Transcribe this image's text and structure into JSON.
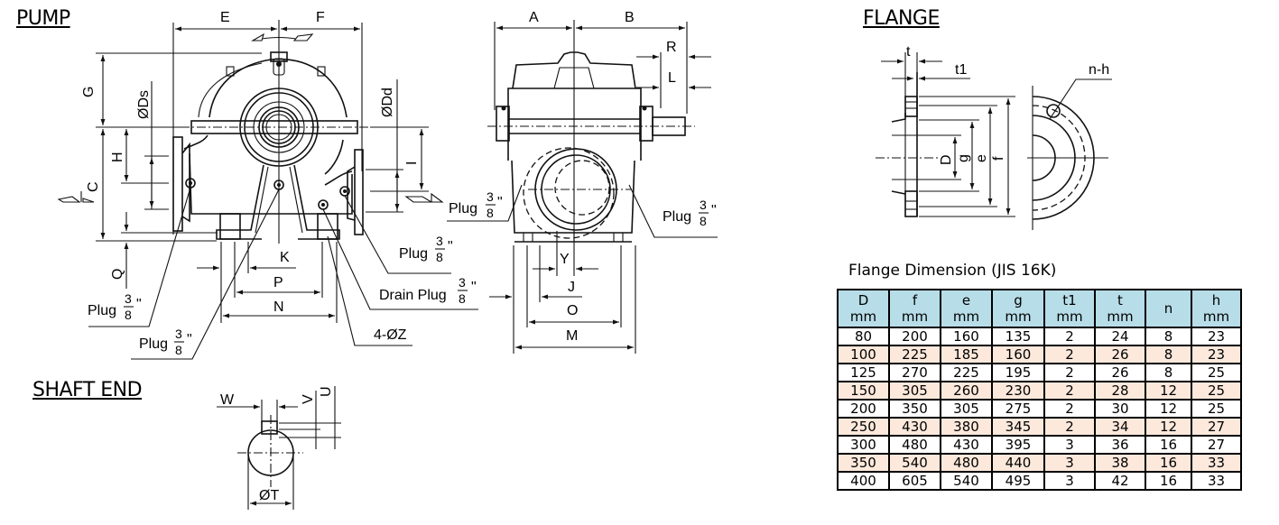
{
  "sections": {
    "pump": "PUMP",
    "flange": "FLANGE",
    "shaft_end": "SHAFT  END"
  },
  "pump_front_labels": {
    "E": "E",
    "F": "F",
    "G": "G",
    "Ds": "ØDs",
    "Dd": "ØDd",
    "H": "H",
    "C": "C",
    "I": "I",
    "Q": "Q",
    "K": "K",
    "P": "P",
    "N": "N",
    "Z": "4-ØZ"
  },
  "pump_side_labels": {
    "A": "A",
    "B": "B",
    "R": "R",
    "L": "L",
    "Y": "Y",
    "J": "J",
    "O": "O",
    "M": "M"
  },
  "plug_labels": {
    "plug": "Plug",
    "drain_plug": "Drain Plug",
    "frac_num": "3",
    "frac_den": "8",
    "inch": "\""
  },
  "flange_labels": {
    "t": "t",
    "t1": "t1",
    "nh": "n-h",
    "D": "D",
    "g": "g",
    "e": "e",
    "f": "f"
  },
  "shaft_labels": {
    "W": "W",
    "V": "V",
    "U": "U",
    "T": "ØT"
  },
  "table": {
    "caption": "Flange Dimension (JIS 16K)",
    "headers": [
      {
        "name": "D",
        "unit": "mm"
      },
      {
        "name": "f",
        "unit": "mm"
      },
      {
        "name": "e",
        "unit": "mm"
      },
      {
        "name": "g",
        "unit": "mm"
      },
      {
        "name": "t1",
        "unit": "mm"
      },
      {
        "name": "t",
        "unit": "mm"
      },
      {
        "name": "n",
        "unit": ""
      },
      {
        "name": "h",
        "unit": "mm"
      }
    ],
    "rows": [
      [
        "80",
        "200",
        "160",
        "135",
        "2",
        "24",
        "8",
        "23"
      ],
      [
        "100",
        "225",
        "185",
        "160",
        "2",
        "26",
        "8",
        "23"
      ],
      [
        "125",
        "270",
        "225",
        "195",
        "2",
        "26",
        "8",
        "25"
      ],
      [
        "150",
        "305",
        "260",
        "230",
        "2",
        "28",
        "12",
        "25"
      ],
      [
        "200",
        "350",
        "305",
        "275",
        "2",
        "30",
        "12",
        "25"
      ],
      [
        "250",
        "430",
        "380",
        "345",
        "2",
        "34",
        "12",
        "27"
      ],
      [
        "300",
        "480",
        "430",
        "395",
        "3",
        "36",
        "16",
        "27"
      ],
      [
        "350",
        "540",
        "480",
        "440",
        "3",
        "38",
        "16",
        "33"
      ],
      [
        "400",
        "605",
        "540",
        "495",
        "3",
        "42",
        "16",
        "33"
      ]
    ],
    "colors": {
      "header_bg": "#b7dde8",
      "alt_row_bg": "#fce9dc"
    }
  }
}
